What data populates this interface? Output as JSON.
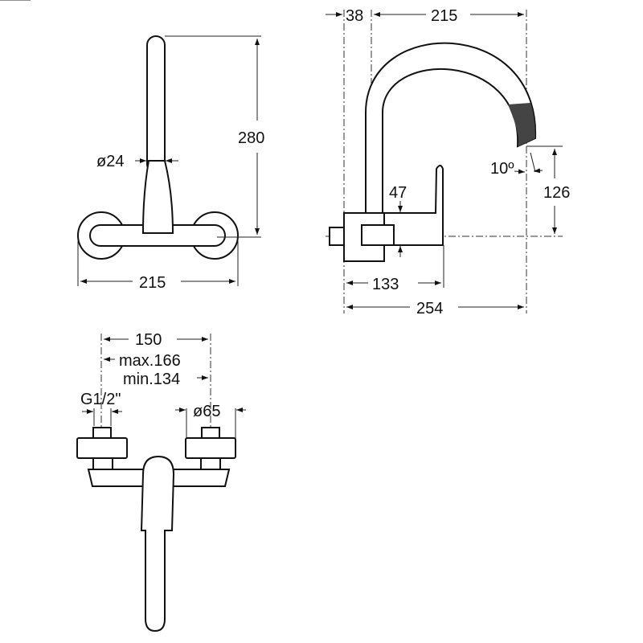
{
  "front_view": {
    "height": "280",
    "diameter": "ø24",
    "width": "215"
  },
  "side_view": {
    "offset": "38",
    "reach": "215",
    "angle": "10º",
    "body_height": "47",
    "outlet_height": "126",
    "body_depth": "133",
    "total_depth": "254"
  },
  "bottom_view": {
    "centers": "150",
    "max": "max.166",
    "min": "min.134",
    "thread": "G1/2\"",
    "flange": "ø65"
  },
  "colors": {
    "line": "#111111",
    "background": "#ffffff"
  }
}
